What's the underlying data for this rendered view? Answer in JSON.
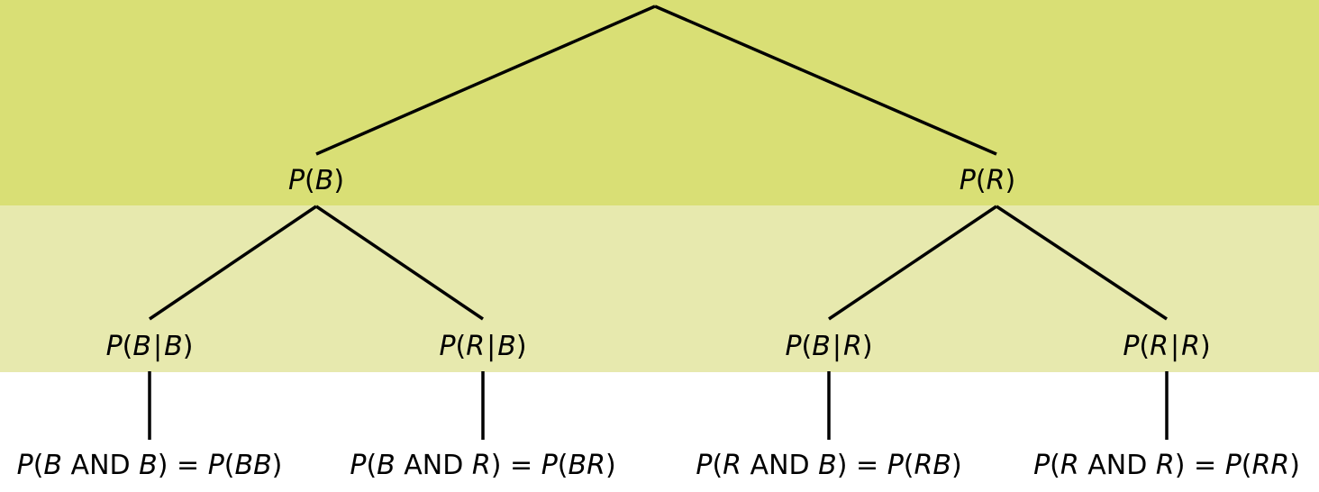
{
  "colors": {
    "top_band": "#d9df75",
    "middle_band": "#e7e9ae",
    "line": "#000000",
    "background": "#ffffff"
  },
  "first_draw": [
    {
      "p": "P",
      "open": "(",
      "a": "B",
      "close": ")"
    },
    {
      "p": "P",
      "open": "(",
      "a": "R",
      "close": ")"
    }
  ],
  "second_draw": [
    {
      "p": "P",
      "open": "(",
      "a": "B",
      "bar": "|",
      "b": "B",
      "close": ")"
    },
    {
      "p": "P",
      "open": "(",
      "a": "R",
      "bar": "|",
      "b": "B",
      "close": ")"
    },
    {
      "p": "P",
      "open": "(",
      "a": "B",
      "bar": "|",
      "b": "R",
      "close": ")"
    },
    {
      "p": "P",
      "open": "(",
      "a": "R",
      "bar": "|",
      "b": "R",
      "close": ")"
    }
  ],
  "outcomes": [
    {
      "p": "P",
      "open": "(",
      "a": "B",
      "and": " AND ",
      "b": "B",
      "close": ")",
      "eq": " = ",
      "p2": "P",
      "open2": "(",
      "ab": "BB",
      "close2": ")"
    },
    {
      "p": "P",
      "open": "(",
      "a": "B",
      "and": " AND ",
      "b": "R",
      "close": ")",
      "eq": " = ",
      "p2": "P",
      "open2": "(",
      "ab": "BR",
      "close2": ")"
    },
    {
      "p": "P",
      "open": "(",
      "a": "R",
      "and": " AND ",
      "b": "B",
      "close": ")",
      "eq": " = ",
      "p2": "P",
      "open2": "(",
      "ab": "RB",
      "close2": ")"
    },
    {
      "p": "P",
      "open": "(",
      "a": "R",
      "and": " AND ",
      "b": "R",
      "close": ")",
      "eq": " = ",
      "p2": "P",
      "open2": "(",
      "ab": "RR",
      "close2": ")"
    }
  ]
}
